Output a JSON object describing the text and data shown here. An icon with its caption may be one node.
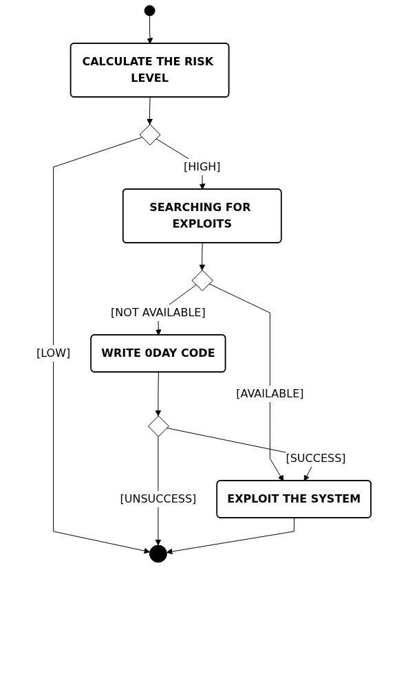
{
  "diagram": {
    "nodes": [
      {
        "text": [],
        "shape": "circle"
      },
      {
        "text": [
          "CALCULATE THE RISK LEVEL"
        ]
      },
      {
        "text": [],
        "shape": "diamond"
      },
      {
        "text": [
          "SEARCHING FOR EXPLOITS"
        ]
      },
      {
        "text": [],
        "shape": "diamond"
      },
      {
        "text": [
          "WRITE 0DAY CODE"
        ]
      },
      {
        "text": [],
        "shape": "diamond"
      },
      {
        "text": [
          "EXPLOIT THE SYSTEM"
        ]
      },
      {
        "text": [],
        "shape": "circle"
      }
    ],
    "edges": [
      {
        "from": 0,
        "to": 1,
        "arrow": "to"
      },
      {
        "from": 1,
        "to": 2,
        "arrow": "to"
      },
      {
        "from": 2,
        "to": 3,
        "label": "[HIGH]",
        "arrow": "to"
      },
      {
        "from": 2,
        "to": 8,
        "label": "[LOW]",
        "arrow": "to"
      },
      {
        "from": 3,
        "to": 4,
        "arrow": "to"
      },
      {
        "from": 4,
        "to": 5,
        "label": "[NOT AVAILABLE]",
        "arrow": "to"
      },
      {
        "from": 4,
        "to": 7,
        "label": "[AVAILABLE]",
        "arrow": "to"
      },
      {
        "from": 5,
        "to": 6,
        "arrow": "to"
      },
      {
        "from": 6,
        "to": 7,
        "label": "[SUCCESS]",
        "arrow": "to"
      },
      {
        "from": 6,
        "to": 8,
        "label": "[UNSUCCESS]",
        "arrow": "to"
      },
      {
        "from": 7,
        "to": 8,
        "arrow": "to"
      }
    ]
  }
}
